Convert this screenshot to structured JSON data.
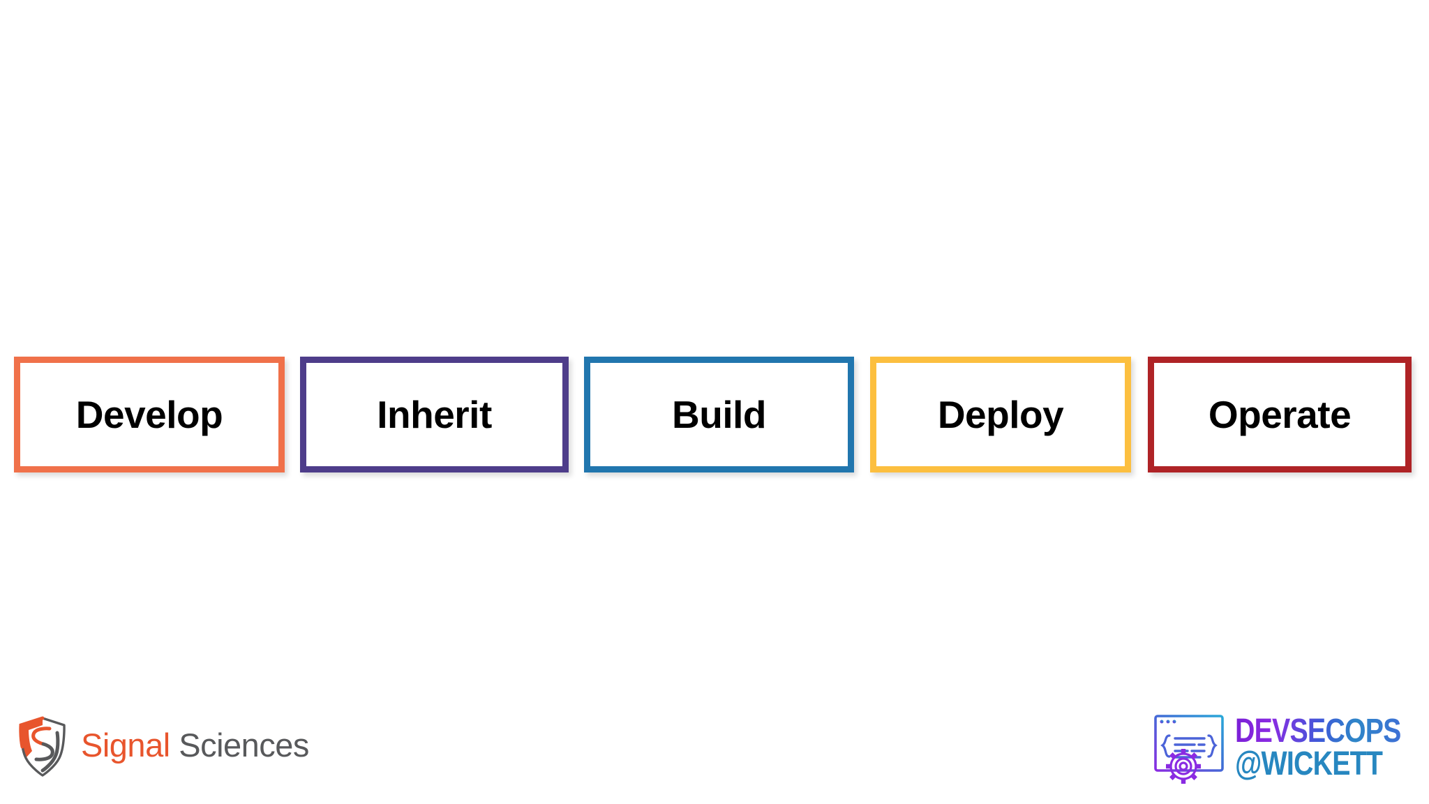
{
  "slide": {
    "background_color": "#ffffff"
  },
  "pipeline": {
    "name": "software-delivery-pipeline",
    "stages": [
      {
        "label": "Develop",
        "border_color": "#F0714A",
        "text_color": "#000000"
      },
      {
        "label": "Inherit",
        "border_color": "#4E3D8A",
        "text_color": "#000000"
      },
      {
        "label": "Build",
        "border_color": "#2176AE",
        "text_color": "#000000"
      },
      {
        "label": "Deploy",
        "border_color": "#FCBF3F",
        "text_color": "#000000"
      },
      {
        "label": "Operate",
        "border_color": "#AF2326",
        "text_color": "#000000"
      }
    ]
  },
  "signal_sciences_logo": {
    "icon": "shield-icon",
    "word_1": "Signal",
    "word_2": "Sciences",
    "word_1_color": "#E8552D",
    "word_2_color": "#58595B",
    "shield_orange": "#E8552D",
    "shield_gray": "#58595B"
  },
  "devsecops_logo": {
    "icon": "code-window-gear-icon",
    "line_1": "DEVSECOPS",
    "line_2": "@WICKETT",
    "gradient_start": "#7A1FD6",
    "gradient_end": "#2787C0",
    "line_2_color": "#2787C0"
  }
}
